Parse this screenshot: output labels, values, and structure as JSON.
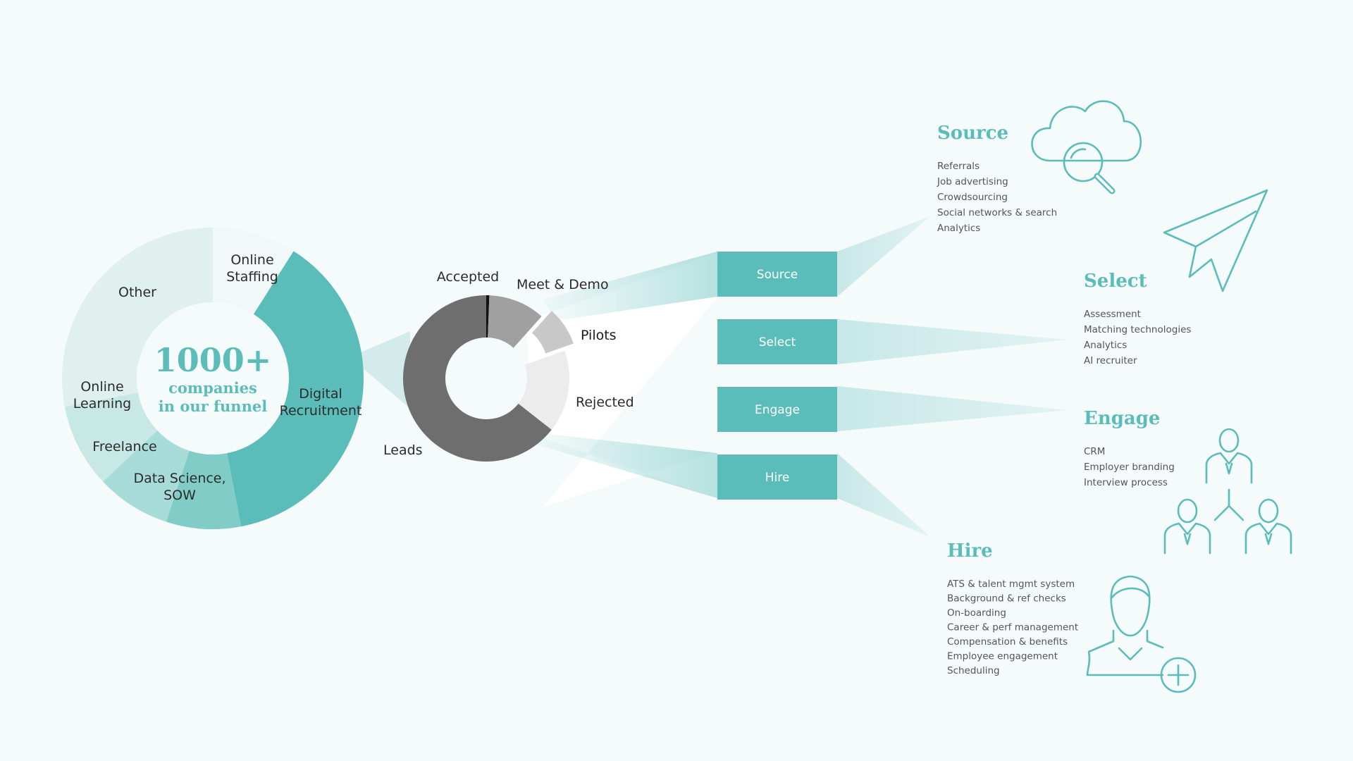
{
  "colors": {
    "teal": "#5bbdb9",
    "teal_light": "#d8ecec",
    "teal_pale": "#e8f3f4",
    "background": "#f5fafb",
    "gray_dark": "#6e6e6e",
    "gray_mid": "#a0a0a0",
    "gray_light": "#c8c8c8",
    "gray_pale": "#ececec"
  },
  "funnel_total": {
    "headline": "1000+",
    "line1": "companies",
    "line2": "in our funnel"
  },
  "chart_data": [
    {
      "type": "pie",
      "segments": [
        {
          "label_lines": [
            "Online",
            "Staffing"
          ],
          "value": 9,
          "color": "#f2f8f8"
        },
        {
          "label_lines": [
            "Digital",
            "Recruitment"
          ],
          "value": 38,
          "color": "#5bbdb9"
        },
        {
          "label_lines": [
            "Data Science,",
            "SOW"
          ],
          "value": 8,
          "color": "#82ccc8"
        },
        {
          "label_lines": [
            "Freelance"
          ],
          "value": 8,
          "color": "#a8dcd9"
        },
        {
          "label_lines": [
            "Online",
            "Learning"
          ],
          "value": 9,
          "color": "#c8e8e6"
        },
        {
          "label_lines": [
            "Other"
          ],
          "value": 28,
          "color": "#dff0ef"
        }
      ]
    },
    {
      "type": "pie",
      "segments": [
        {
          "label": "Accepted",
          "value": 0.6,
          "color": "#111111"
        },
        {
          "label": "Meet & Demo",
          "value": 11,
          "color": "#a0a0a0"
        },
        {
          "label": "Pilots",
          "value": 8,
          "color": "#c8c8c8",
          "exploded": true
        },
        {
          "label": "Rejected",
          "value": 16,
          "color": "#ececec"
        },
        {
          "label": "Leads",
          "value": 64.4,
          "color": "#6e6e6e"
        }
      ]
    }
  ],
  "stages": [
    {
      "label": "Source"
    },
    {
      "label": "Select"
    },
    {
      "label": "Engage"
    },
    {
      "label": "Hire"
    }
  ],
  "sections": [
    {
      "title": "Source",
      "icon": "cloud-search-icon",
      "items": [
        "Referrals",
        "Job advertising",
        "Crowdsourcing",
        "Social networks & search",
        "Analytics"
      ]
    },
    {
      "title": "Select",
      "icon": "paper-plane-icon",
      "items": [
        "Assessment",
        "Matching technologies",
        "Analytics",
        "AI recruiter"
      ]
    },
    {
      "title": "Engage",
      "icon": "people-network-icon",
      "items": [
        "CRM",
        "Employer branding",
        "Interview process"
      ]
    },
    {
      "title": "Hire",
      "icon": "add-user-icon",
      "items": [
        "ATS & talent mgmt system",
        "Background & ref checks",
        "On-boarding",
        "Career & perf management",
        "Compensation & benefits",
        "Employee engagement",
        "Scheduling"
      ]
    }
  ]
}
